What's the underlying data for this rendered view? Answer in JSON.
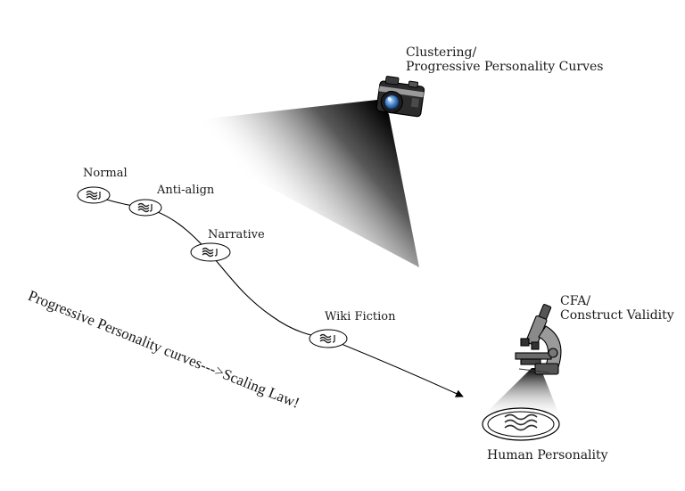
{
  "camera_label": {
    "line1": "Clustering/",
    "line2": "Progressive Personality Curves"
  },
  "microscope_label": {
    "line1": "CFA/",
    "line2": "Construct Validity"
  },
  "bottom_label": "Human Personality",
  "diagonal_caption": "Progressive Personality curves--->Scaling Law!",
  "nodes": [
    {
      "label": "Normal"
    },
    {
      "label": "Anti-align"
    },
    {
      "label": "Narrative"
    },
    {
      "label": "Wiki Fiction"
    }
  ],
  "colors": {
    "ink": "#1a1a1a",
    "beam": "#000000",
    "lens_blue": "#4d8fd6"
  },
  "icons": [
    "camera-icon",
    "microscope-icon",
    "wave-icon"
  ]
}
